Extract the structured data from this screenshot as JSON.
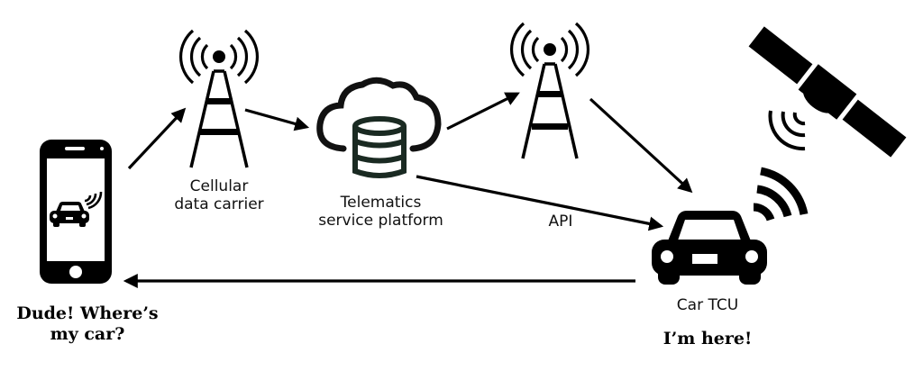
{
  "diagram": {
    "title": "Telematics car locator flow",
    "colors": {
      "stroke": "#000000",
      "server": "#1a2a22",
      "background": "#ffffff"
    },
    "nodes": [
      {
        "id": "phone",
        "icon": "smartphone-with-car-icon",
        "label": ""
      },
      {
        "id": "tower1",
        "icon": "cell-tower-icon",
        "label_lines": [
          "Cellular",
          "data carrier"
        ]
      },
      {
        "id": "platform",
        "icon": "cloud-database-icon",
        "label_lines": [
          "Telematics",
          "service platform"
        ]
      },
      {
        "id": "tower2",
        "icon": "cell-tower-icon",
        "label": ""
      },
      {
        "id": "car",
        "icon": "car-icon",
        "label": "Car TCU"
      },
      {
        "id": "satellite",
        "icon": "satellite-icon",
        "label": ""
      }
    ],
    "edges": [
      {
        "from": "phone",
        "to": "tower1",
        "label": ""
      },
      {
        "from": "tower1",
        "to": "platform",
        "label": ""
      },
      {
        "from": "platform",
        "to": "tower2",
        "label": ""
      },
      {
        "from": "tower2",
        "to": "car",
        "label": ""
      },
      {
        "from": "platform",
        "to": "car",
        "label": "API"
      },
      {
        "from": "car",
        "to": "phone",
        "label": ""
      }
    ],
    "speech": {
      "phone_lines": [
        "Dude! Where’s",
        "my car?"
      ],
      "car": "I’m here!"
    }
  }
}
